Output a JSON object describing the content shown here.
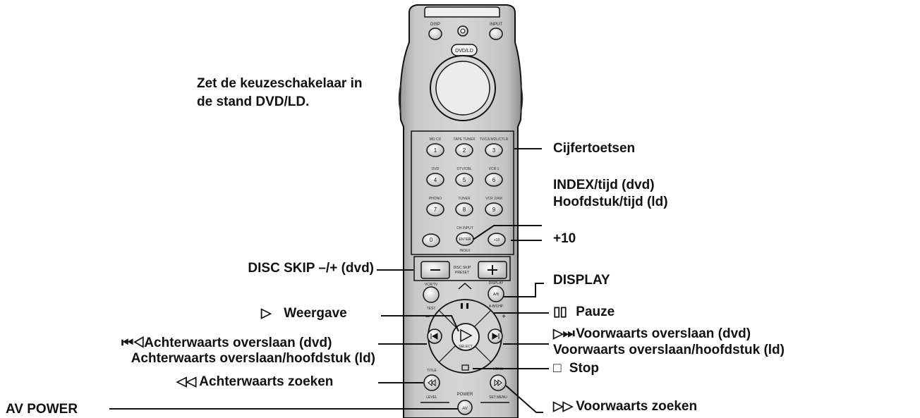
{
  "remote": {
    "buttons": {
      "disp": "DISP",
      "input": "INPUT",
      "mode": "DVD/LD",
      "num1_top": "MD CD",
      "num2_top": "TAPE TUNER",
      "num3_top": "TV/CA MDL/CTLR",
      "num4_top": "DVD",
      "num5_top": "DTV/CBL",
      "num6_top": "VCR 1",
      "num7_top": "PHONO",
      "num8_top": "TUNER",
      "num9_top": "VCR 2/AM",
      "n1": "1",
      "n2": "2",
      "n3": "3",
      "n4": "4",
      "n5": "5",
      "n6": "6",
      "n7": "7",
      "n8": "8",
      "n9": "9",
      "n0": "0",
      "ch_input": "CH INPUT",
      "enter": "ENTER",
      "index": "INDEX",
      "plus10": "+10",
      "disc_skip": "DISC SKIP",
      "preset": "PRESET",
      "display": "DISPLAY",
      "abcd": "A/B",
      "abcd_sub": "A-B/CHP",
      "vcr_tv": "VCR/TV",
      "test": "TEST",
      "select": "SELECT",
      "title": "TITLE",
      "menu": "MENU",
      "level": "LEVEL",
      "setmenu": "SET MENU",
      "power": "POWER",
      "av": "AV"
    }
  },
  "annotations": {
    "selector": {
      "line1": "Zet de keuzeschakelaar in",
      "line2": "de stand DVD/LD."
    },
    "cijfer": "Cijfertoetsen",
    "index_line1": "INDEX/tijd (dvd)",
    "index_line2": "Hoofdstuk/tijd (ld)",
    "plus10": "+10",
    "disc_skip": "DISC SKIP –/+ (dvd)",
    "display": "DISPLAY",
    "weergave": {
      "symbol": "▷",
      "text": "Weergave"
    },
    "pauze": {
      "symbol": "▯▯",
      "text": "Pauze"
    },
    "skip_back": {
      "symbol": "⏮◁",
      "line1": "Achterwaarts overslaan (dvd)",
      "line2": "Achterwaarts overslaan/hoofdstuk (ld)"
    },
    "skip_fwd": {
      "symbol": "▷⏭",
      "line1": "Voorwaarts overslaan (dvd)",
      "line2": "Voorwaarts overslaan/hoofdstuk (ld)"
    },
    "stop": {
      "symbol": "□",
      "text": "Stop"
    },
    "search_back": {
      "symbol": "◁◁",
      "text": "Achterwaarts zoeken"
    },
    "search_fwd": {
      "symbol": "▷▷",
      "text": "Voorwaarts zoeken"
    },
    "av_power": "AV POWER"
  }
}
